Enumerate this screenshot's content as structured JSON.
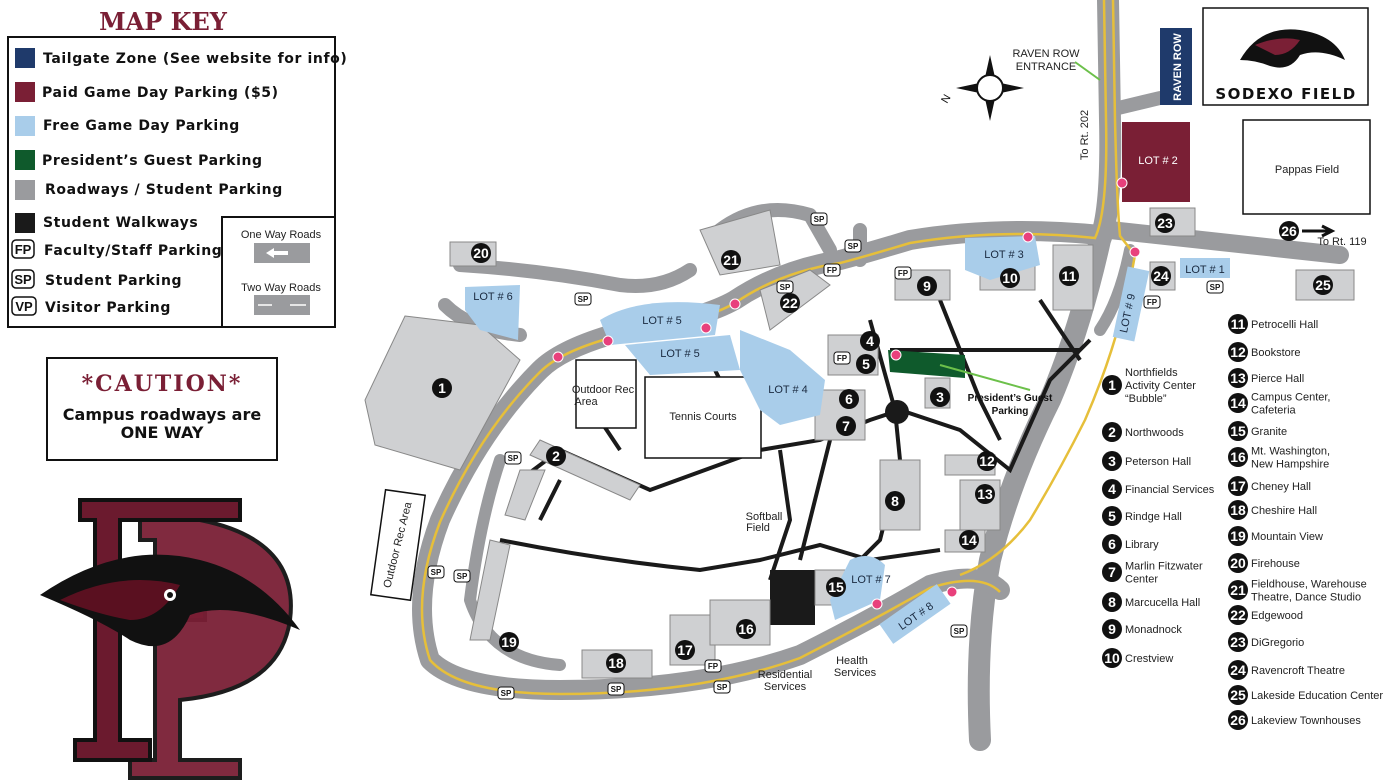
{
  "map_key": {
    "title": "MAP KEY",
    "items": [
      {
        "label": "Tailgate Zone (See website for info)",
        "color": "#1f3a6b"
      },
      {
        "label": "Paid Game Day Parking ($5)",
        "color": "#7a1f35"
      },
      {
        "label": "Free Game Day Parking",
        "color": "#a9cdea"
      },
      {
        "label": "President’s Guest Parking",
        "color": "#0f5a2c"
      },
      {
        "label": "Roadways / Student Parking",
        "color": "#9a9b9e"
      },
      {
        "label": "Student Walkways",
        "color": "#1a1a1a"
      }
    ],
    "badges": [
      {
        "code": "FP",
        "label": "Faculty/Staff Parking"
      },
      {
        "code": "SP",
        "label": "Student Parking"
      },
      {
        "code": "VP",
        "label": "Visitor Parking"
      }
    ],
    "roads": {
      "one_way": "One Way Roads",
      "two_way": "Two Way Roads"
    }
  },
  "caution": {
    "title": "*CAUTION*",
    "line1": "Campus roadways are",
    "line2": "ONE WAY"
  },
  "logo": {
    "text": "FP"
  },
  "sodexo": {
    "label": "SODEXO FIELD"
  },
  "places": {
    "pappas": "Pappas Field",
    "raven_row": "RAVEN ROW",
    "raven_row_entrance_1": "RAVEN ROW",
    "raven_row_entrance_2": "ENTRANCE",
    "to_rt202": "To Rt. 202",
    "to_rt119": "To Rt. 119",
    "outdoor_rec_1a": "Outdoor Rec",
    "outdoor_rec_1b": "Area",
    "outdoor_rec_2": "Outdoor Rec Area",
    "tennis": "Tennis Courts",
    "softball_1": "Softball",
    "softball_2": "Field",
    "residential_1": "Residential",
    "residential_2": "Services",
    "health_1": "Health",
    "health_2": "Services",
    "presidents_1": "President’s Guest",
    "presidents_2": "Parking",
    "compass_n": "N"
  },
  "lots": [
    "LOT # 2",
    "LOT # 6",
    "LOT # 5",
    "LOT # 5",
    "LOT # 4",
    "LOT # 3",
    "LOT # 1",
    "LOT # 9",
    "LOT # 7",
    "LOT # 8"
  ],
  "buildings": [
    {
      "n": "1",
      "name": "Northfields Activity Center “Bubble”"
    },
    {
      "n": "2",
      "name": "Northwoods"
    },
    {
      "n": "3",
      "name": "Peterson Hall"
    },
    {
      "n": "4",
      "name": "Financial Services"
    },
    {
      "n": "5",
      "name": "Rindge Hall"
    },
    {
      "n": "6",
      "name": "Library"
    },
    {
      "n": "7",
      "name": "Marlin Fitzwater Center"
    },
    {
      "n": "8",
      "name": "Marcucella Hall"
    },
    {
      "n": "9",
      "name": "Monadnock"
    },
    {
      "n": "10",
      "name": "Crestview"
    },
    {
      "n": "11",
      "name": "Petrocelli Hall"
    },
    {
      "n": "12",
      "name": "Bookstore"
    },
    {
      "n": "13",
      "name": "Pierce Hall"
    },
    {
      "n": "14",
      "name": "Campus Center, Cafeteria"
    },
    {
      "n": "15",
      "name": "Granite"
    },
    {
      "n": "16",
      "name": "Mt. Washington, New Hampshire"
    },
    {
      "n": "17",
      "name": "Cheney Hall"
    },
    {
      "n": "18",
      "name": "Cheshire Hall"
    },
    {
      "n": "19",
      "name": "Mountain View"
    },
    {
      "n": "20",
      "name": "Firehouse"
    },
    {
      "n": "21",
      "name": "Fieldhouse, Warehouse Theatre, Dance Studio"
    },
    {
      "n": "22",
      "name": "Edgewood"
    },
    {
      "n": "23",
      "name": "DiGregorio"
    },
    {
      "n": "24",
      "name": "Ravencroft Theatre"
    },
    {
      "n": "25",
      "name": "Lakeside Education Center"
    },
    {
      "n": "26",
      "name": "Lakeview Townhouses"
    }
  ],
  "parking_badges": {
    "sp": "SP",
    "fp": "FP"
  },
  "colors": {
    "maroon": "#7a1f35",
    "navy": "#1f3a6b",
    "free": "#a9cdea",
    "green": "#0f5a2c",
    "road": "#9a9b9e",
    "route": "#e6bf3a",
    "pin": "#e8407c"
  }
}
